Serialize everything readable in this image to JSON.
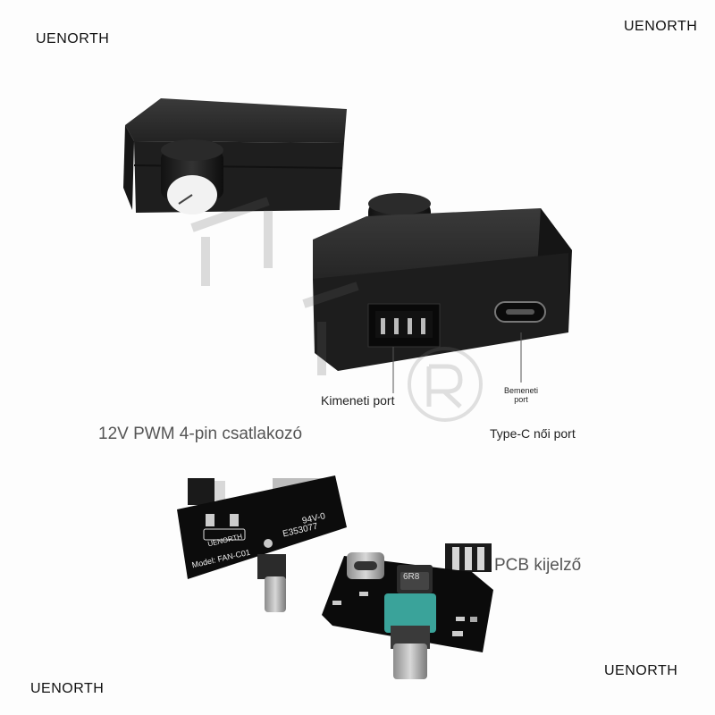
{
  "watermarks": {
    "top_left": "UENORTH",
    "top_right": "UENORTH",
    "bottom_left": "UENORTH",
    "bottom_right": "UENORTH"
  },
  "labels": {
    "output_port": "Kimeneti port",
    "input_port_line1": "Bemeneti",
    "input_port_line2": "port",
    "connector": "12V PWM 4-pin csatlakozó",
    "typec": "Type-C női port",
    "pcb": "PCB kijelző"
  },
  "pcb_text": {
    "brand": "UENORTH",
    "model": "Model: FAN-C01",
    "rating": "94V-0",
    "code": "E353077",
    "inductor": "6R8"
  },
  "colors": {
    "enclosure": "#1b1b1b",
    "pcb": "#0c0c0c",
    "knob_cap": "#f2f2f2",
    "pot_body": "#3aa39a",
    "metal": "#a9a9a9"
  }
}
